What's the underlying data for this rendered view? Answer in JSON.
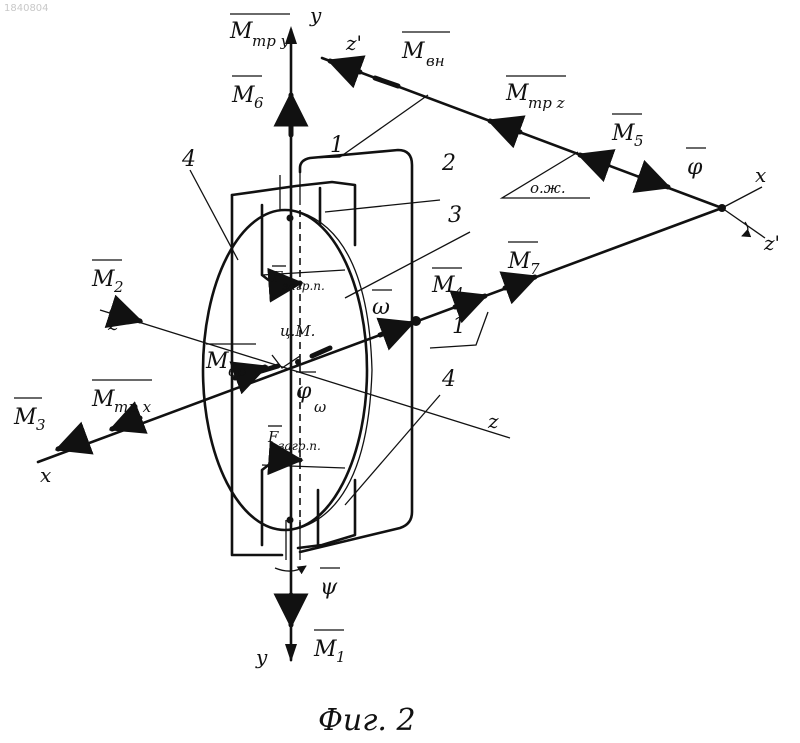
{
  "watermark": "1840804",
  "caption": "Фиг. 2",
  "axes": {
    "y_top": "y",
    "y_bottom": "y",
    "z_left": "z",
    "z_right": "z",
    "x_left": "x",
    "x_right": "x",
    "z_prime_top": "z'",
    "z_prime_right": "z'"
  },
  "vectors": {
    "M_try": "M",
    "M_try_sub": "тр y",
    "M6": "M",
    "M6_sub": "6",
    "M_vn": "M",
    "M_vn_sub": "вн",
    "M_trz_top": "M",
    "M_trz_top_sub": "тр z",
    "M5": "M",
    "M5_sub": "5",
    "phi": "φ",
    "M7": "M",
    "M7_sub": "7",
    "M4": "M",
    "M4_sub": "4",
    "omega": "ω",
    "M2": "M",
    "M2_sub": "2",
    "M_vr": "M",
    "M_vr_sub": "вр",
    "M_trx": "M",
    "M_trx_sub": "тр x",
    "M3": "M",
    "M3_sub": "3",
    "phi_omega": "φ",
    "phi_omega_sub": "ω",
    "psi": "ψ",
    "M1": "M",
    "M1_sub": "1",
    "F_top": "F",
    "F_top_sub": "загр.п.",
    "F_bottom": "F",
    "F_bottom_sub": "загр.п.",
    "cm": "ц.М."
  },
  "callouts": {
    "one_top": "1",
    "one_right": "1",
    "two": "2",
    "three": "3",
    "four_top": "4",
    "four_bottom": "4",
    "oz": "о.ж."
  }
}
